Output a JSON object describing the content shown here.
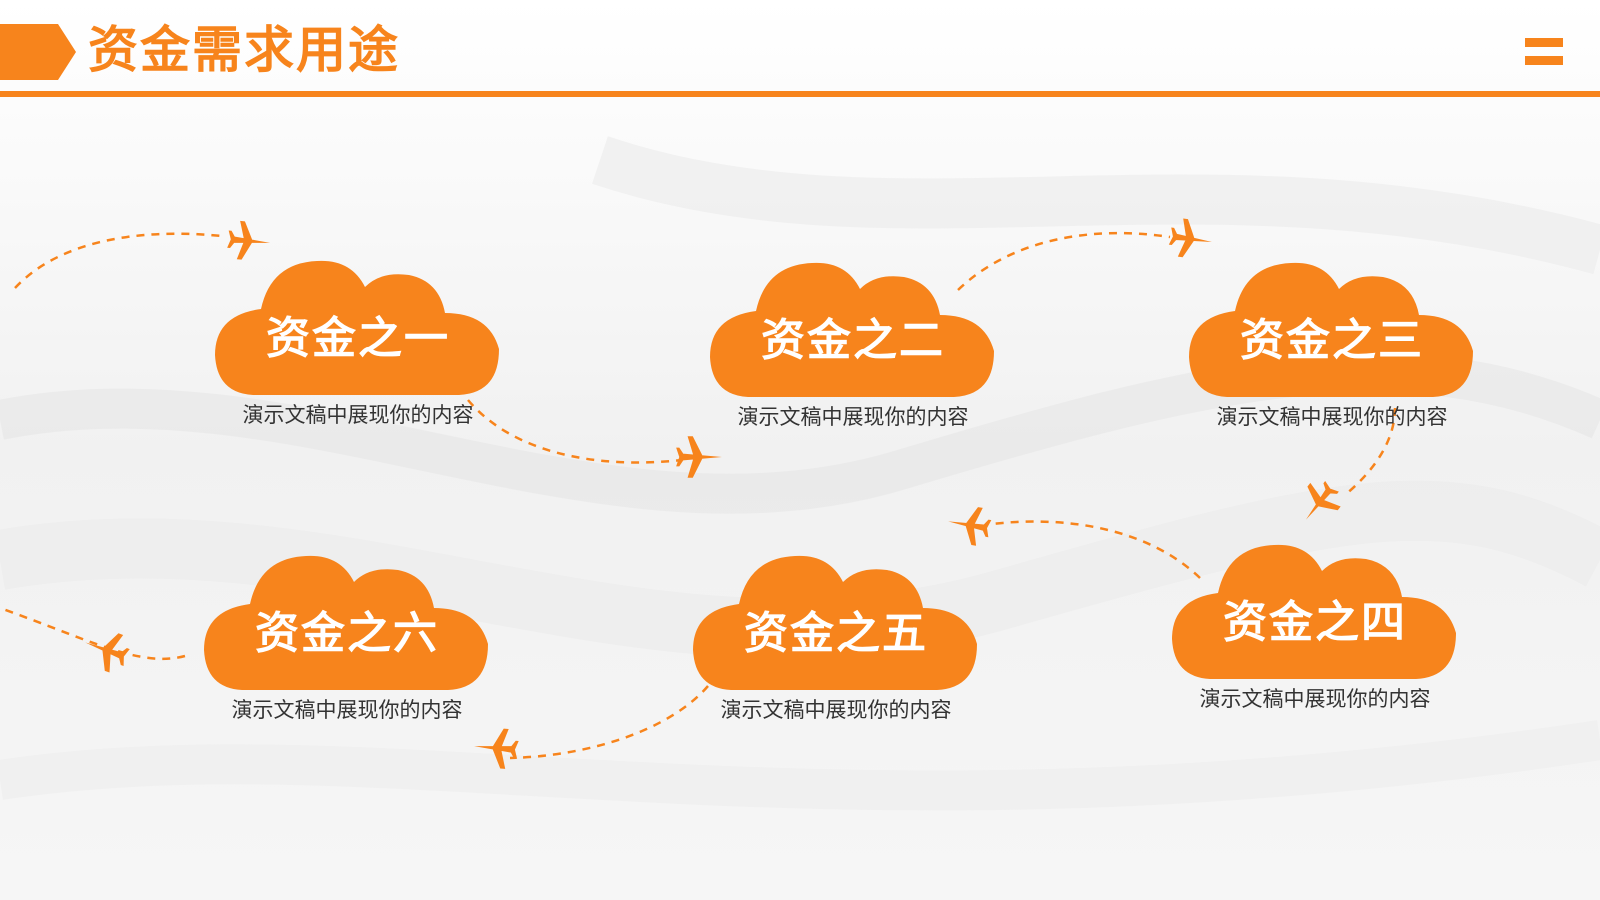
{
  "header": {
    "title": "资金需求用途"
  },
  "theme": {
    "accent": "#f7841c",
    "text": "#333333",
    "background": "#f4f4f4"
  },
  "icons": {
    "menu": "menu-icon",
    "route_marker": "airplane-icon",
    "card_shape": "cloud-shape"
  },
  "items": [
    {
      "title": "资金之一",
      "desc": "演示文稿中展现你的内容"
    },
    {
      "title": "资金之二",
      "desc": "演示文稿中展现你的内容"
    },
    {
      "title": "资金之三",
      "desc": "演示文稿中展现你的内容"
    },
    {
      "title": "资金之四",
      "desc": "演示文稿中展现你的内容"
    },
    {
      "title": "资金之五",
      "desc": "演示文稿中展现你的内容"
    },
    {
      "title": "资金之六",
      "desc": "演示文稿中展现你的内容"
    }
  ]
}
